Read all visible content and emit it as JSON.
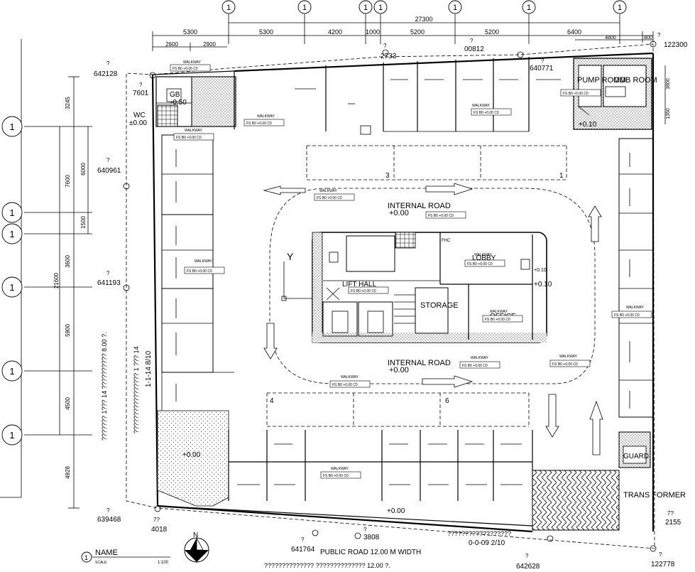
{
  "grid_bubbles_top": [
    "1",
    "1",
    "1",
    "1",
    "1",
    "1",
    "1"
  ],
  "grid_bubbles_left": [
    "1",
    "1",
    "1",
    "1",
    "1",
    "1"
  ],
  "dimensions_top": {
    "overall": "27300",
    "segments": [
      "5300",
      "5300",
      "4200",
      "1000",
      "5200",
      "5200",
      "6400"
    ],
    "sub_segments": [
      "2600",
      "2900",
      "4800",
      "800"
    ]
  },
  "dimensions_left": {
    "overall": "21600",
    "segments": [
      "3245",
      "7600",
      "3600",
      "5900",
      "4500",
      "4928"
    ],
    "sub_segments": [
      "6000",
      "1500"
    ]
  },
  "dimensions_right": [
    "3800",
    "1350"
  ],
  "survey_points": [
    "642128",
    "7601",
    "640961",
    "641193",
    "639468",
    "4018",
    "641764",
    "3808",
    "642628",
    "122778",
    "2155",
    "122300",
    "2733",
    "00812",
    "640771"
  ],
  "survey_marks": [
    "?",
    "?",
    "?",
    "?",
    "?",
    "7?",
    "?",
    "?",
    "?",
    "?",
    "7?",
    "?",
    "?",
    "?",
    "?"
  ],
  "rooms": {
    "wc": "WC",
    "wc_level": "±0.00",
    "gb": "GB",
    "level_050": "-0.50",
    "pump": "PUMP ROOM",
    "mdb": "MDB ROOM",
    "guard": "GUARD",
    "transformer": "TRANS FORMER",
    "storage": "STORAGE",
    "lobby": "LOBBY",
    "office": "OFFICE",
    "lift": "LIFT HALL",
    "fhc": "FHC"
  },
  "labels": {
    "internal_road_1": "INTERNAL ROAD",
    "internal_road_2": "INTERNAL ROAD",
    "level_000": "+0.00",
    "level_010": "+0.10",
    "walkway": "WALKWAY",
    "walkway_tag": "FS  B0  +0.00  C0",
    "public_road": "PUBLIC ROAD 12.00 M WIDTH",
    "public_road_thai": "?????????????? ?????????????? 12.00 ?.",
    "side_note_1": "????????????????? 1 ??? 14",
    "side_note_2": "1-1-14  8/10",
    "side_note_3": "??????? 1??? 14 ?????????? 8.00 ?.",
    "bottom_note": "??????????????????",
    "bottom_date": "0-0-09  2/10",
    "parking_numbers": [
      "3",
      "1",
      "4",
      "6"
    ],
    "y_axis": "Y",
    "north": "N"
  },
  "title_block": {
    "bubble": "1",
    "name": "NAME",
    "scale_label": "SCALE",
    "scale": "1:100"
  }
}
